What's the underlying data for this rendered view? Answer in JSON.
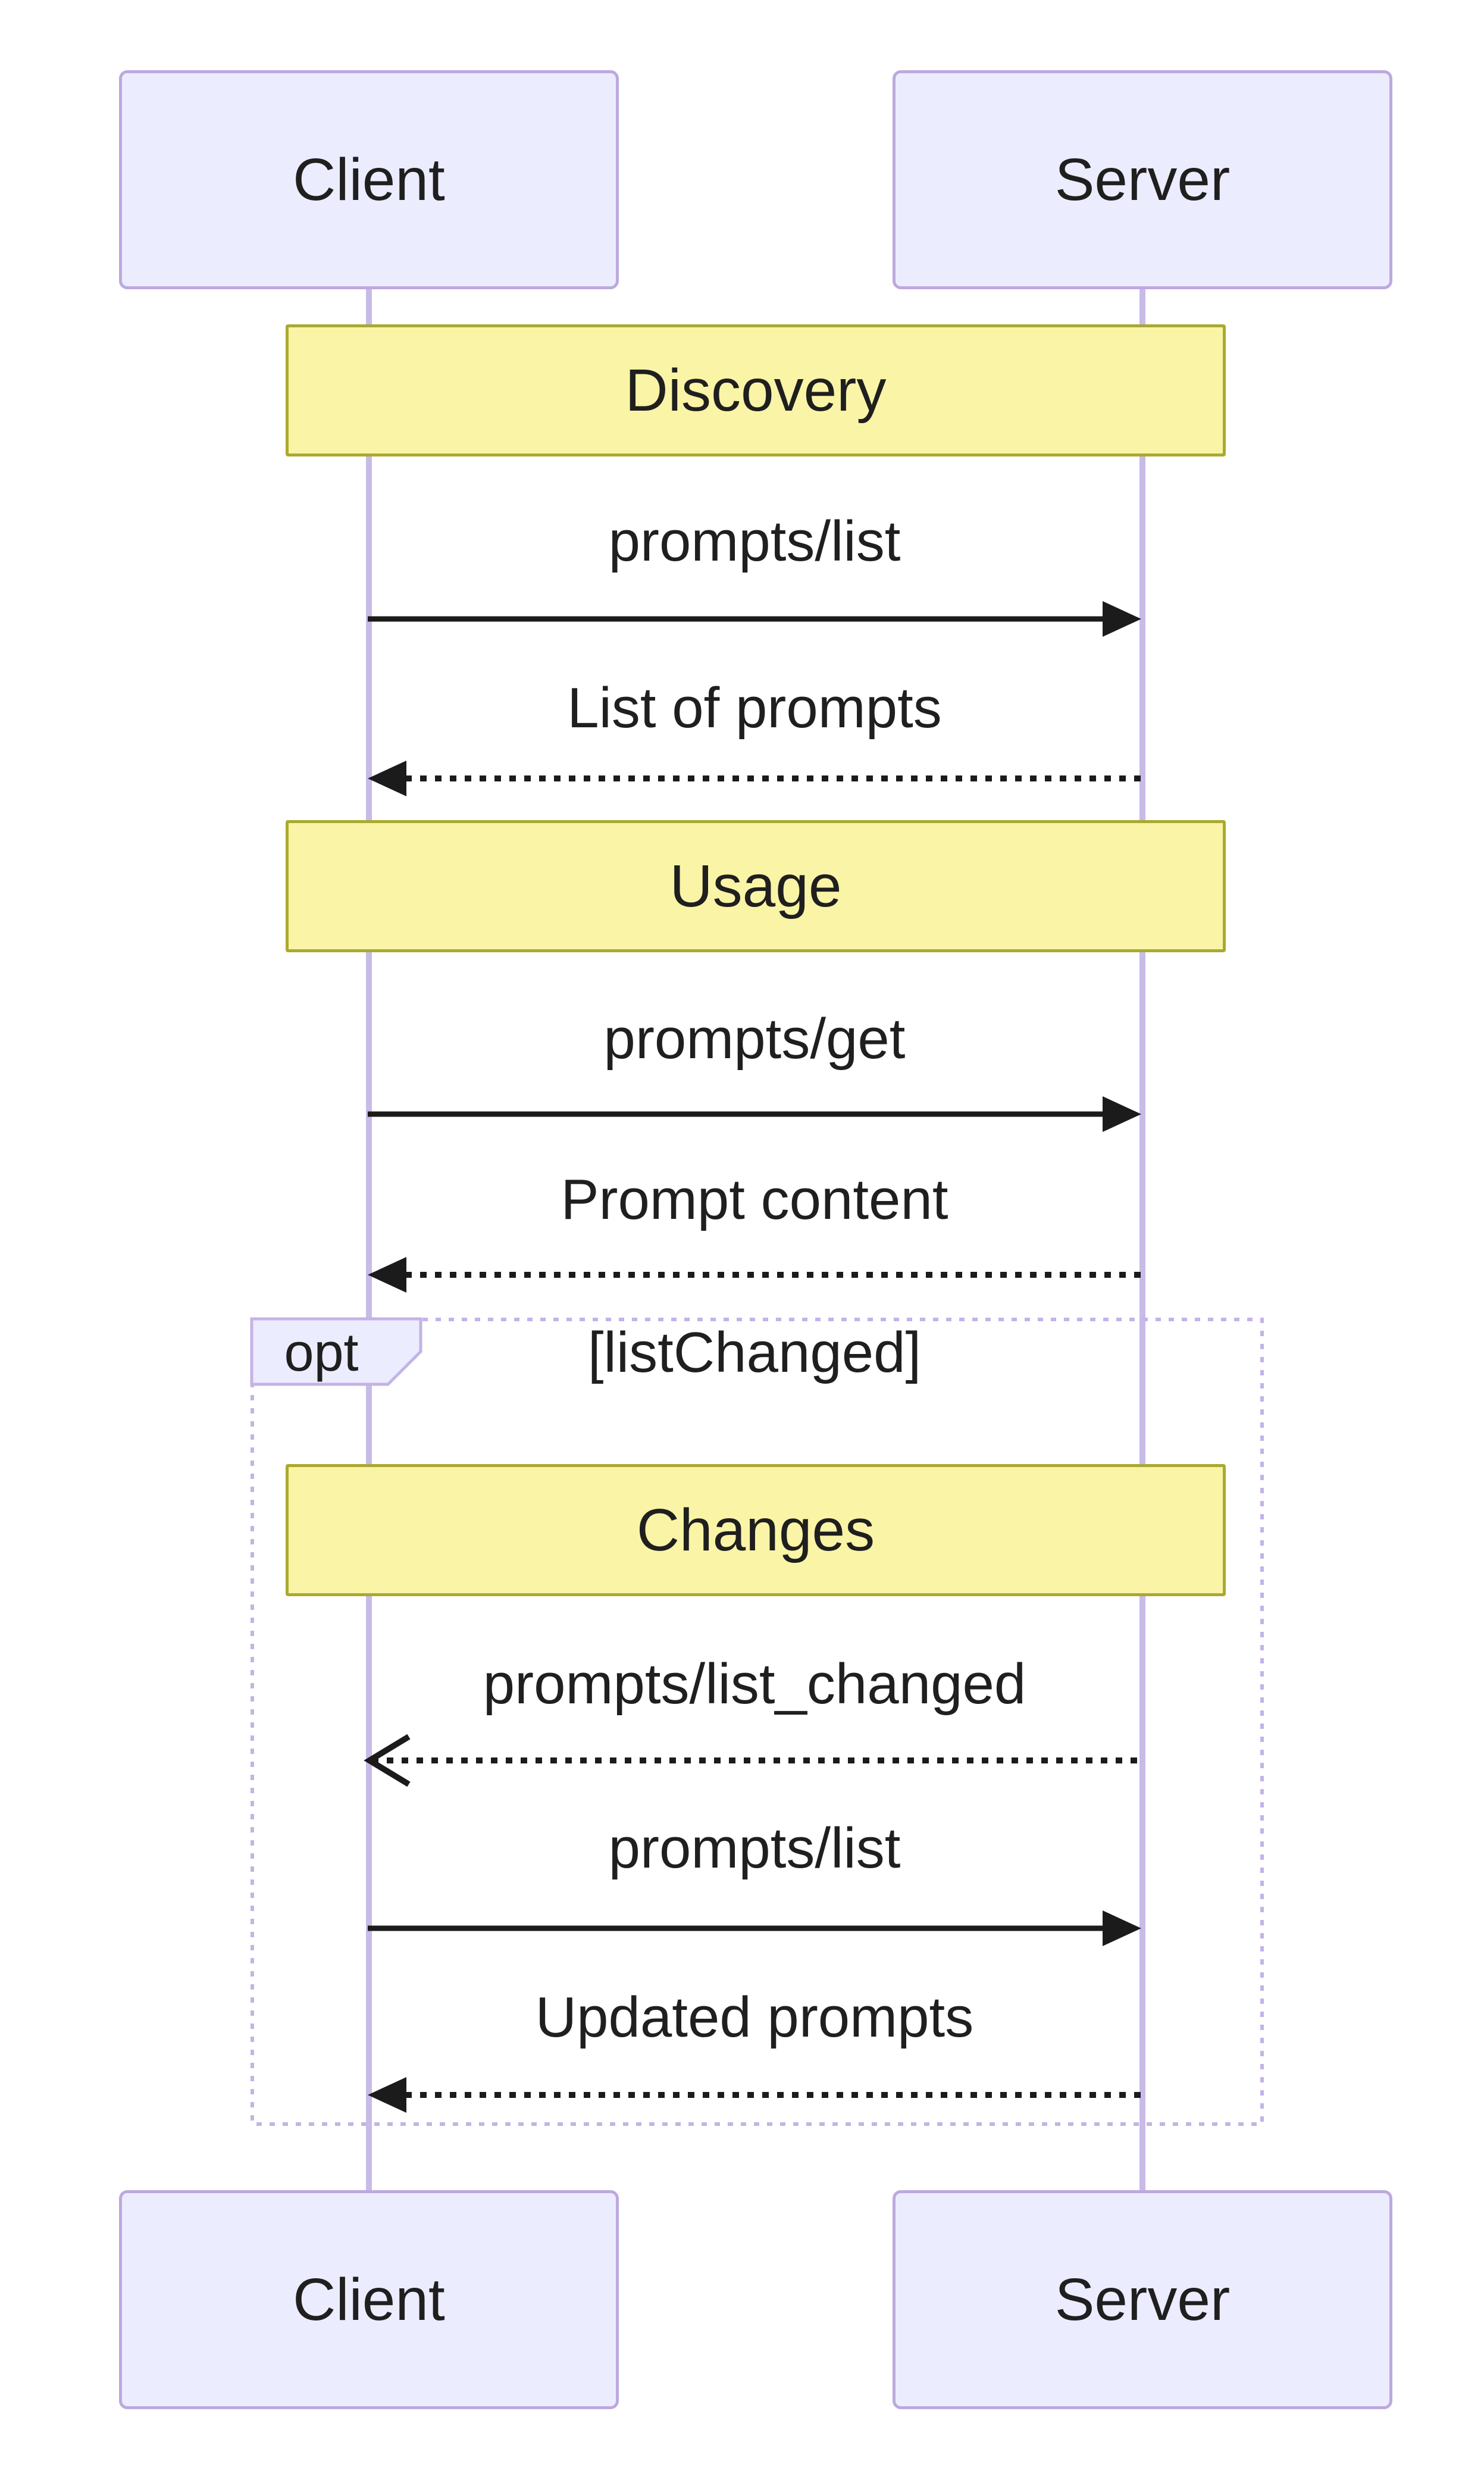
{
  "diagram": {
    "type": "sequence-diagram",
    "actors": {
      "client": {
        "label": "Client"
      },
      "server": {
        "label": "Server"
      }
    },
    "notes": {
      "discovery": {
        "label": "Discovery"
      },
      "usage": {
        "label": "Usage"
      },
      "changes": {
        "label": "Changes"
      }
    },
    "opt_block": {
      "keyword": "opt",
      "condition": "[listChanged]"
    },
    "messages": {
      "prompts_list_1": {
        "label": "prompts/list",
        "from": "client",
        "to": "server",
        "line": "solid",
        "head": "filled"
      },
      "list_of_prompts": {
        "label": "List of prompts",
        "from": "server",
        "to": "client",
        "line": "dotted",
        "head": "filled"
      },
      "prompts_get": {
        "label": "prompts/get",
        "from": "client",
        "to": "server",
        "line": "solid",
        "head": "filled"
      },
      "prompt_content": {
        "label": "Prompt content",
        "from": "server",
        "to": "client",
        "line": "dotted",
        "head": "filled"
      },
      "prompts_list_changed": {
        "label": "prompts/list_changed",
        "from": "server",
        "to": "client",
        "line": "dotted",
        "head": "open"
      },
      "prompts_list_2": {
        "label": "prompts/list",
        "from": "client",
        "to": "server",
        "line": "solid",
        "head": "filled"
      },
      "updated_prompts": {
        "label": "Updated prompts",
        "from": "server",
        "to": "client",
        "line": "dotted",
        "head": "filled"
      }
    },
    "colors": {
      "actor_fill": "#ECECFF",
      "actor_border": "#BCA9DE",
      "note_fill": "#FAF4A6",
      "note_border": "#A9A930",
      "lifeline": "#C8BBE8",
      "frame_border": "#C3B3E6",
      "arrow": "#1B1B1B",
      "text": "#1F1F1F",
      "background": "#FFFFFF"
    }
  }
}
